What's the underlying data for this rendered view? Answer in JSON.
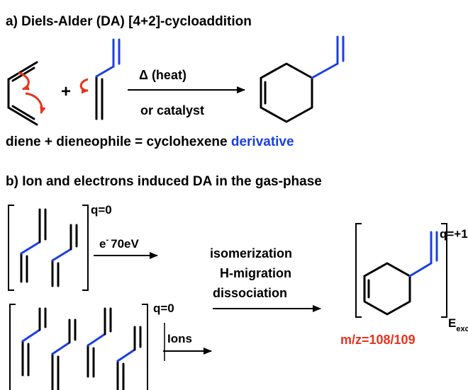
{
  "section_a": {
    "heading": "a) Diels-Alder (DA) [4+2]-cycloaddition",
    "plus": "+",
    "arrow_top": "Δ (heat)",
    "arrow_bottom": "or catalyst",
    "caption_main": "diene + dieneophile = cyclohexene ",
    "caption_highlight": "derivative"
  },
  "section_b": {
    "heading": "b) Ion and electrons induced DA in the gas-phase",
    "charge_neutral": "q=0",
    "electron_symbol": "e",
    "electron_sup": "-",
    "electron_energy": "70eV",
    "ions_label": "Ions",
    "process_1": "isomerization",
    "process_2": "H-migration",
    "process_3": "dissociation",
    "charge_product": "q=+1",
    "energy_symbol": "E",
    "energy_subscript": "exc",
    "mass_label": "m/z=108/109"
  },
  "colors": {
    "text": "#000000",
    "highlight_blue": "#1a3fe0",
    "arrow_red": "#e8321e"
  }
}
